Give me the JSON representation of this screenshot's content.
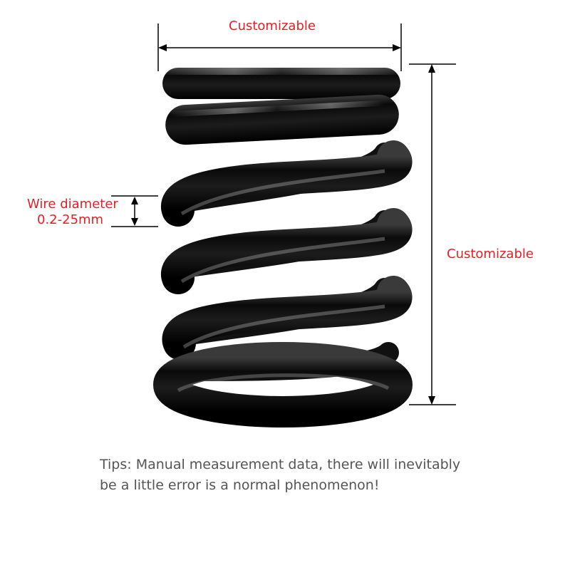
{
  "dimensions": {
    "top_width_label": "Customizable",
    "height_label": "Customizable",
    "wire_diameter": {
      "label": "Wire diameter",
      "value": "0.2-25mm"
    }
  },
  "product": {
    "image": "black-compression-spring",
    "coil_color": "#0a0a0a"
  },
  "tips": {
    "line1": "Tips: Manual measurement data, there will inevitably",
    "line2": "be a little error is a normal phenomenon!"
  },
  "colors": {
    "label_red": "#e41f25",
    "tips_gray": "#555555",
    "dimension_line": "#000000"
  }
}
